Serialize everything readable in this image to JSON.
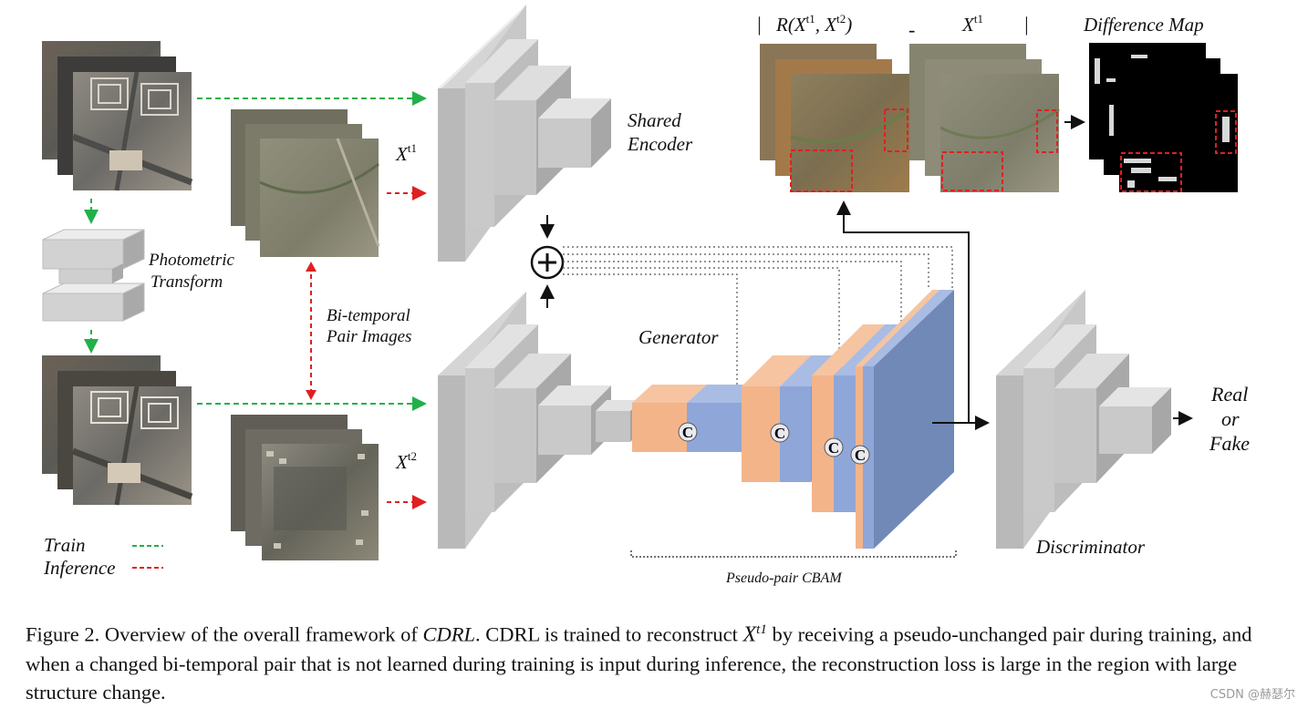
{
  "figure": {
    "labels": {
      "photometric_line1": "Photometric",
      "photometric_line2": "Transform",
      "bitemporal_line1": "Bi-temporal",
      "bitemporal_line2": "Pair Images",
      "shared_line1": "Shared",
      "shared_line2": "Encoder",
      "generator": "Generator",
      "pseudo_cbam": "Pseudo-pair CBAM",
      "discriminator": "Discriminator",
      "real": "Real",
      "or": "or",
      "fake": "Fake",
      "difference_map": "Difference Map",
      "legend_train": "Train",
      "legend_inference": "Inference",
      "concat_symbol": "C",
      "bar_left": "|",
      "bar_right": "|",
      "minus": "-",
      "recon_prefix": "R(X",
      "recon_sup1": "t1",
      "recon_mid": ", X",
      "recon_sup2": "t2",
      "recon_close": ")",
      "xt1_base": "X",
      "xt1_sup": "t1",
      "xt2_base": "X",
      "xt2_sup": "t2",
      "diff_xt1_base": "X",
      "diff_xt1_sup": "t1"
    },
    "colors": {
      "train_arrow": "#22b04a",
      "inference_arrow": "#e02020",
      "orange_block": "#f3b48a",
      "blue_block": "#8fa6d8",
      "grey_block": "#b9b9b9"
    }
  },
  "caption": {
    "figure_no": "Figure 2.",
    "text_1": " Overview of the overall framework of ",
    "name_italic": "CDRL",
    "text_2": ". CDRL is trained to reconstruct ",
    "math_x": "X",
    "math_sup": "t1",
    "text_3": " by receiving a pseudo-unchanged pair during training, and when a changed bi-temporal pair that is not learned during training is input during inference, the reconstruction loss is large in the region with large structure change."
  },
  "watermark": "CSDN @赫瑟尔"
}
